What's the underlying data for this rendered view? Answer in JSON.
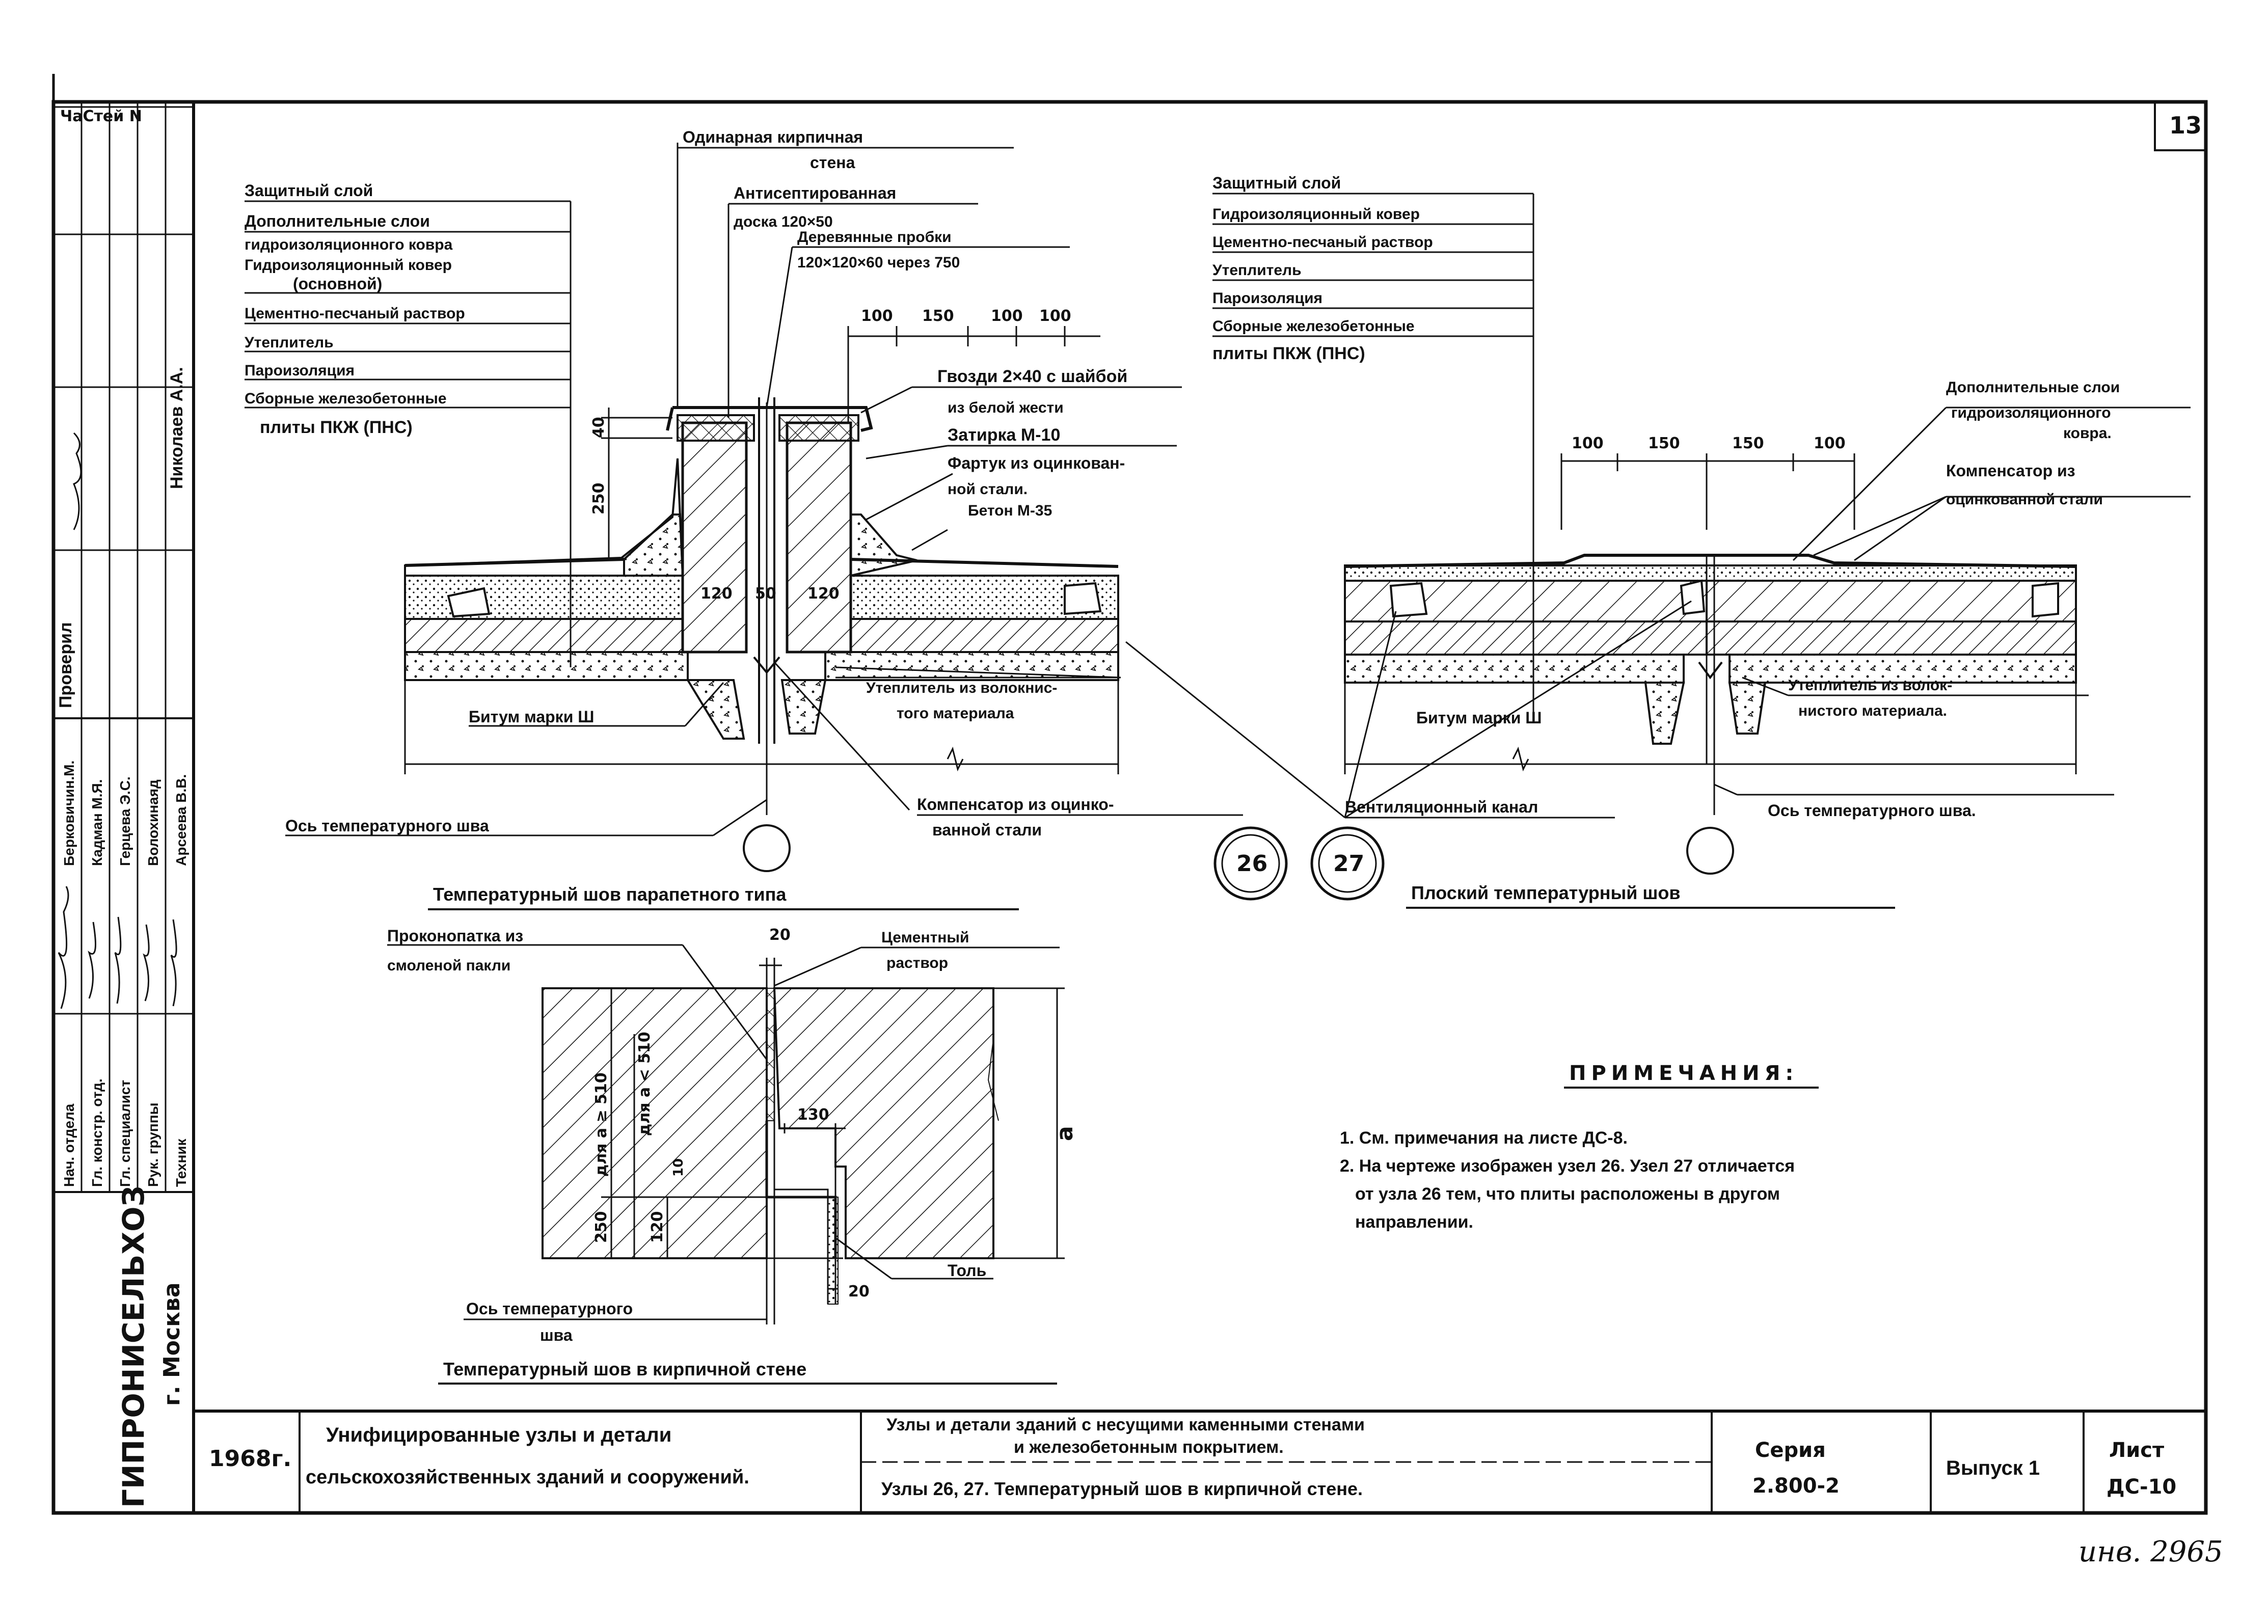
{
  "sheet_number": "13",
  "inventory_note": "инв. 2965",
  "side_stamp": {
    "vertical_header": "ЧаСтей N",
    "roles": [
      "Нач. отдела",
      "Гл. констр. отд.",
      "Гл. специалист",
      "Рук. группы",
      "Техник"
    ],
    "names": [
      "Берковичин.М.",
      "Кадман М.Я.",
      "Герцева Э.С.",
      "Волохинаяд",
      "Арсеева В.В."
    ],
    "check_label": "Проверил",
    "compiled_label": "Николаев А.А.",
    "org": "ГИПРОНИСЕЛЬХОЗ",
    "city": "г. Москва"
  },
  "title_block": {
    "year": "1968г.",
    "project_line1": "Унифицированные узлы и детали",
    "project_line2": "сельскохозяйственных зданий и сооружений.",
    "subject_line1": "Узлы и детали зданий с несущими каменными стенами",
    "subject_line2": "и железобетонным покрытием.",
    "subject_line3": "Узлы 26, 27.  Температурный шов в кирпичной стене.",
    "series_label": "Серия",
    "series_value": "2.800-2",
    "issue": "Выпуск 1",
    "sheet_label": "Лист",
    "sheet_value": "ДС-10"
  },
  "node_26": {
    "caption": "Температурный шов парапетного типа",
    "layers": [
      "Защитный слой",
      "Дополнительные слои",
      "гидроизоляционного ковра",
      "Гидроизоляционный ковер",
      "(основной)",
      "Цементно-песчаный раствор",
      "Утеплитель",
      "Пароизоляция",
      "Сборные железобетонные",
      "плиты ПКЖ (ПНС)"
    ],
    "top_labels": [
      "Одинарная кирпичная",
      "стена",
      "Антисептированная",
      "доска 120×50",
      "Деревянные пробки",
      "120×120×60 через 750"
    ],
    "right_labels": [
      "Гвозди 2×40 с шайбой",
      "из белой жести",
      "Затирка М-10",
      "Фартук из оцинкован-",
      "ной стали.",
      "Бетон М-35"
    ],
    "dims_top": [
      "100",
      "150",
      "100",
      "100"
    ],
    "dim_40": "40",
    "dim_250": "250",
    "dims_wall": [
      "120",
      "50",
      "120"
    ],
    "bitumen": "Битум марки Ш",
    "insul_right": [
      "Утеплитель из волокнис-",
      "того материала"
    ],
    "comp": [
      "Компенсатор из оцинко-",
      "ванной стали"
    ],
    "axis": "Ось температурного шва"
  },
  "node_27": {
    "caption": "Плоский температурный шов",
    "layers": [
      "Защитный слой",
      "Гидроизоляционный ковер",
      "Цементно-песчаный раствор",
      "Утеплитель",
      "Пароизоляция",
      "Сборные железобетонные",
      "плиты ПКЖ (ПНС)"
    ],
    "right_labels": [
      "Дополнительные слои",
      "гидроизоляционного",
      "ковра.",
      "Компенсатор из",
      "оцинкованной стали"
    ],
    "dims_top": [
      "100",
      "150",
      "150",
      "100"
    ],
    "bitumen": "Битум марки Ш",
    "insul_right": [
      "Утеплитель из волок-",
      "нистого материала."
    ],
    "vent": "Вентиляционный канал",
    "axis": "Ось температурного шва."
  },
  "markers": [
    "26",
    "27"
  ],
  "wall_detail": {
    "caption": "Температурный шов в кирпичной стене",
    "left_labels": [
      "Проконопатка из",
      "смоленой пакли"
    ],
    "right_labels": [
      "Цементный",
      "раствор"
    ],
    "dim_20_top": "20",
    "dim_130": "130",
    "dim_10": "10",
    "dim_250": "250",
    "dim_120": "120",
    "dim_20_bottom": "20",
    "dim_a": "а",
    "for_a_ge": "для а ≥ 510",
    "for_a_lt": "для а < 510",
    "tol": "Толь",
    "axis": [
      "Ось температурного",
      "шва"
    ]
  },
  "notes": {
    "title": "ПРИМЕЧАНИЯ:",
    "items": [
      "1. См. примечания на листе ДС-8.",
      "2. На чертеже изображен узел 26. Узел 27 отличается",
      "от узла 26 тем, что плиты расположены в другом",
      "направлении."
    ]
  }
}
